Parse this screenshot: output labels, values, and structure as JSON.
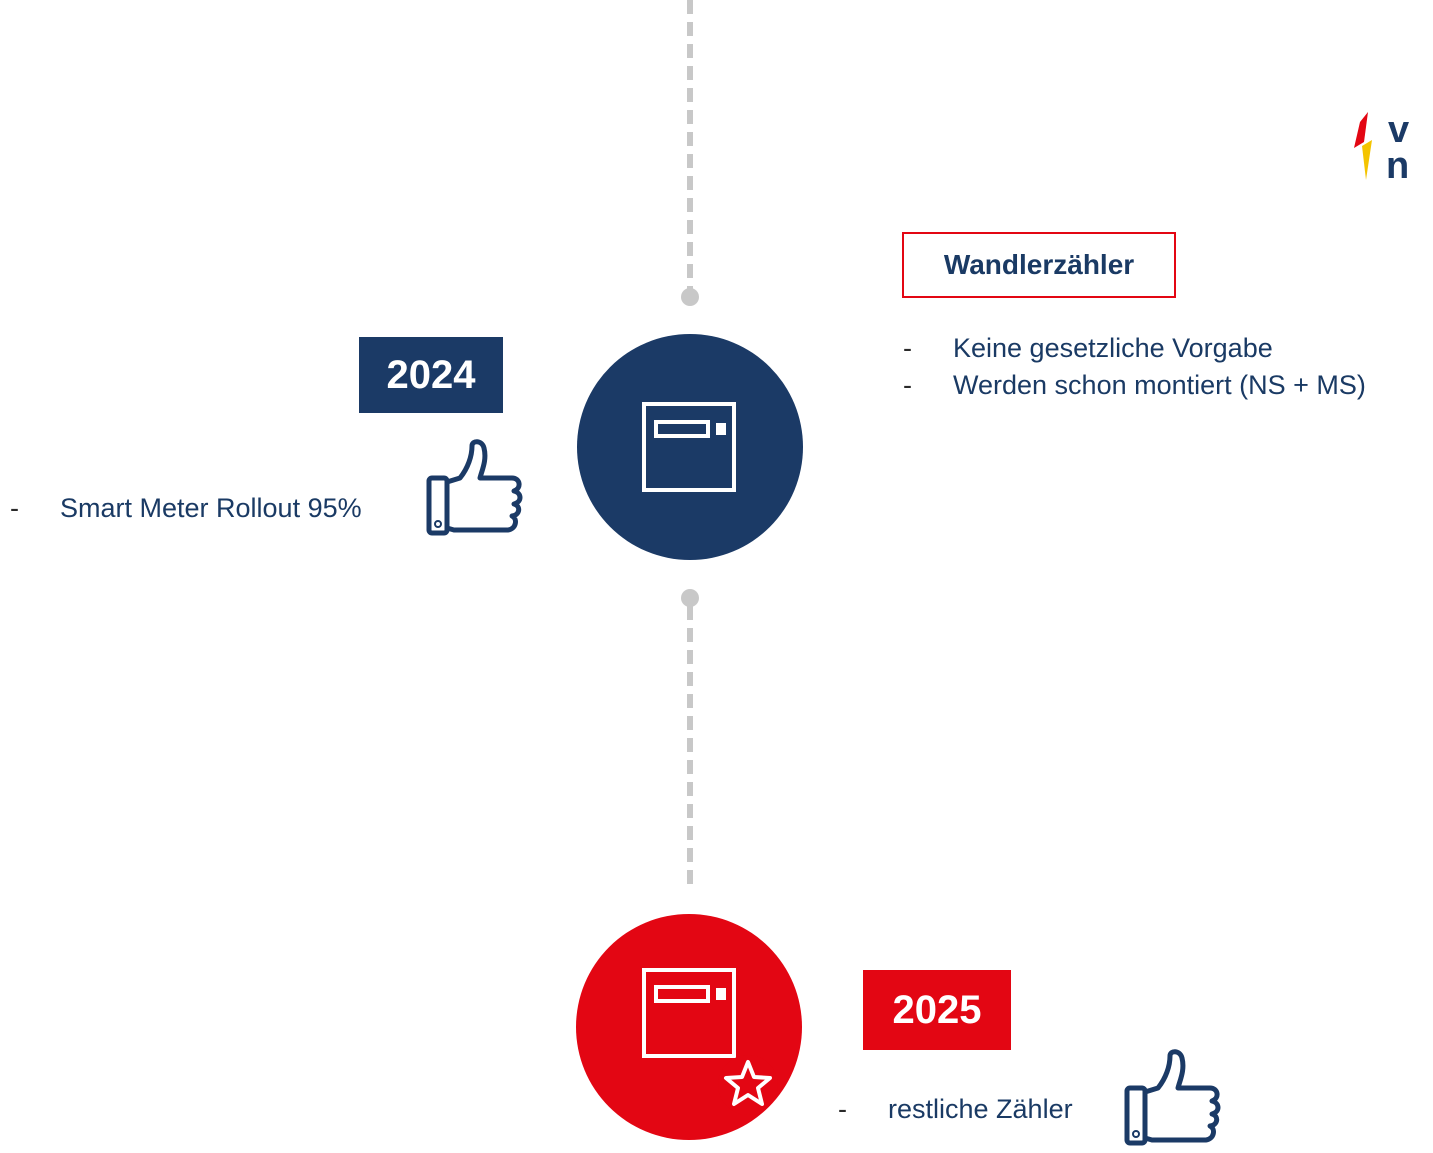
{
  "timeline": {
    "events": [
      {
        "year": "2024",
        "note": "Smart Meter Rollout 95%"
      },
      {
        "year": "2025",
        "note": "restliche Zähler"
      }
    ]
  },
  "info_box": {
    "title": "Wandlerzähler",
    "bullets": [
      "Keine gesetzliche Vorgabe",
      "Werden schon montiert (NS + MS)"
    ]
  },
  "bullet_marker": "-",
  "colors": {
    "navy": "#1b3a66",
    "red": "#e30613",
    "grey": "#c8c8c8"
  },
  "icons": [
    "meter-icon",
    "thumbs-up-icon",
    "star-icon",
    "logo"
  ]
}
